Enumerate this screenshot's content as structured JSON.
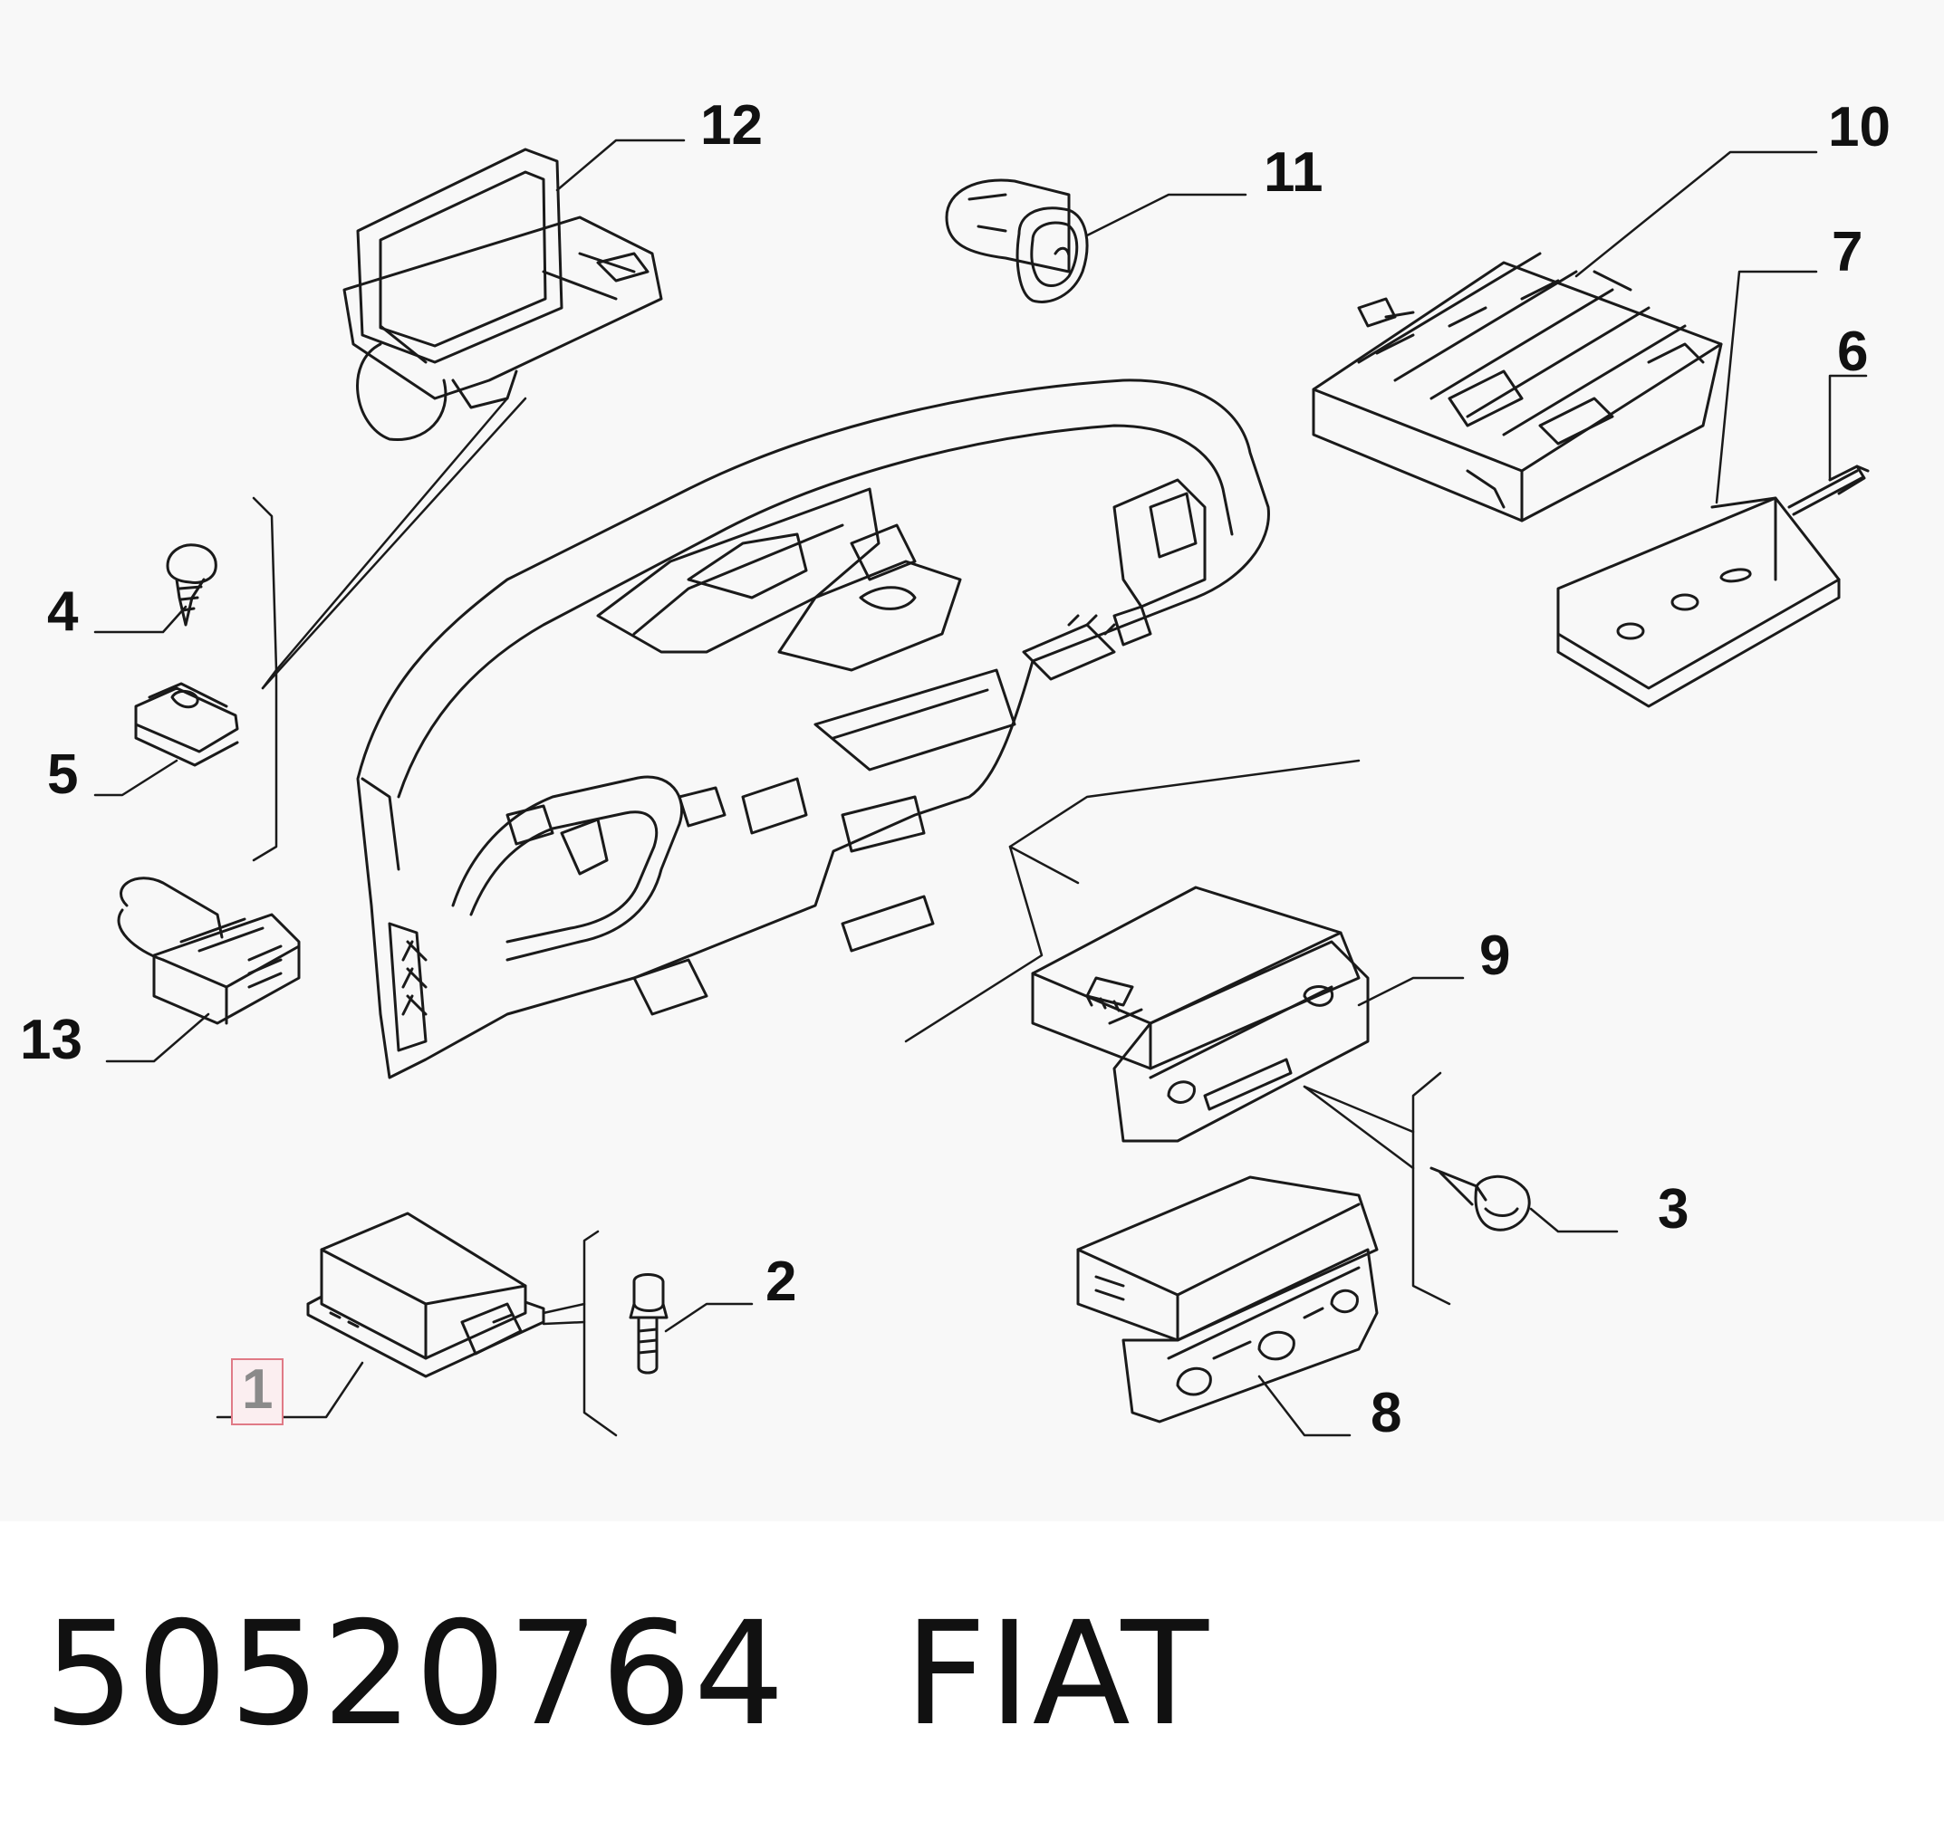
{
  "diagram": {
    "highlighted_part": "1",
    "callouts": [
      {
        "id": "c1",
        "label": "1",
        "highlighted": true
      },
      {
        "id": "c2",
        "label": "2"
      },
      {
        "id": "c3",
        "label": "3"
      },
      {
        "id": "c4",
        "label": "4"
      },
      {
        "id": "c5",
        "label": "5"
      },
      {
        "id": "c6",
        "label": "6"
      },
      {
        "id": "c7",
        "label": "7"
      },
      {
        "id": "c8",
        "label": "8"
      },
      {
        "id": "c9",
        "label": "9"
      },
      {
        "id": "c10",
        "label": "10"
      },
      {
        "id": "c11",
        "label": "11"
      },
      {
        "id": "c12",
        "label": "12"
      },
      {
        "id": "c13",
        "label": "13"
      }
    ]
  },
  "footer": {
    "part_number": "50520764",
    "brand": "FIAT"
  },
  "colors": {
    "line": "#1a1a1a",
    "highlight_border": "#e07a86",
    "highlight_fill": "#fbeef0",
    "background": "#f8f8f8"
  }
}
